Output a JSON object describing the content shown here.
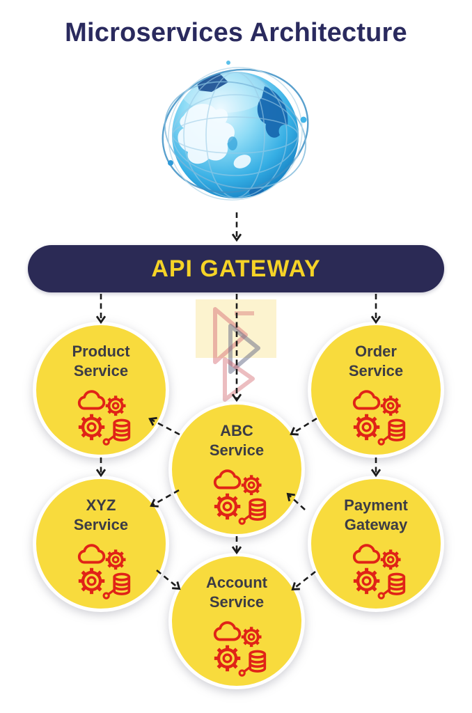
{
  "title": "Microservices Architecture",
  "gateway": {
    "label": "API GATEWAY"
  },
  "globe": {
    "icon": "wireframe-globe-icon"
  },
  "watermark": {
    "icon": "triangle-logo-watermark"
  },
  "services": [
    {
      "id": "product",
      "line1": "Product",
      "line2": "Service",
      "icon": "cloud-gears-database-icon"
    },
    {
      "id": "order",
      "line1": "Order",
      "line2": "Service",
      "icon": "cloud-gears-database-icon"
    },
    {
      "id": "abc",
      "line1": "ABC",
      "line2": "Service",
      "icon": "cloud-gears-database-icon"
    },
    {
      "id": "xyz",
      "line1": "XYZ",
      "line2": "Service",
      "icon": "cloud-gears-database-icon"
    },
    {
      "id": "payment",
      "line1": "Payment",
      "line2": "Gateway",
      "icon": "cloud-gears-database-icon"
    },
    {
      "id": "account",
      "line1": "Account",
      "line2": "Service",
      "icon": "cloud-gears-database-icon"
    }
  ],
  "connections": [
    {
      "from": "internet-globe",
      "to": "api-gateway",
      "style": "dashed-arrow"
    },
    {
      "from": "api-gateway",
      "to": "product",
      "style": "dashed-arrow"
    },
    {
      "from": "api-gateway",
      "to": "abc",
      "style": "dashed-arrow"
    },
    {
      "from": "api-gateway",
      "to": "order",
      "style": "dashed-arrow"
    },
    {
      "from": "product",
      "to": "xyz",
      "style": "dashed-arrow"
    },
    {
      "from": "order",
      "to": "payment",
      "style": "dashed-arrow"
    },
    {
      "from": "abc",
      "to": "product",
      "style": "dashed-arrow"
    },
    {
      "from": "order",
      "to": "abc",
      "style": "dashed-arrow"
    },
    {
      "from": "abc",
      "to": "xyz",
      "style": "dashed-arrow"
    },
    {
      "from": "payment",
      "to": "abc",
      "style": "dashed-arrow"
    },
    {
      "from": "abc",
      "to": "account",
      "style": "dashed-arrow"
    },
    {
      "from": "xyz",
      "to": "account",
      "style": "dashed-arrow"
    },
    {
      "from": "payment",
      "to": "account",
      "style": "dashed-arrow"
    }
  ],
  "colors": {
    "navy": "#2b2a55",
    "title": "#2a2a5e",
    "yellow": "#f8db3d",
    "gatewayText": "#f5d327",
    "iconRed": "#e02317",
    "serviceText": "#3c3c45",
    "arrow": "#1c1c1c",
    "watermarkBg": "#fcf3cf"
  }
}
